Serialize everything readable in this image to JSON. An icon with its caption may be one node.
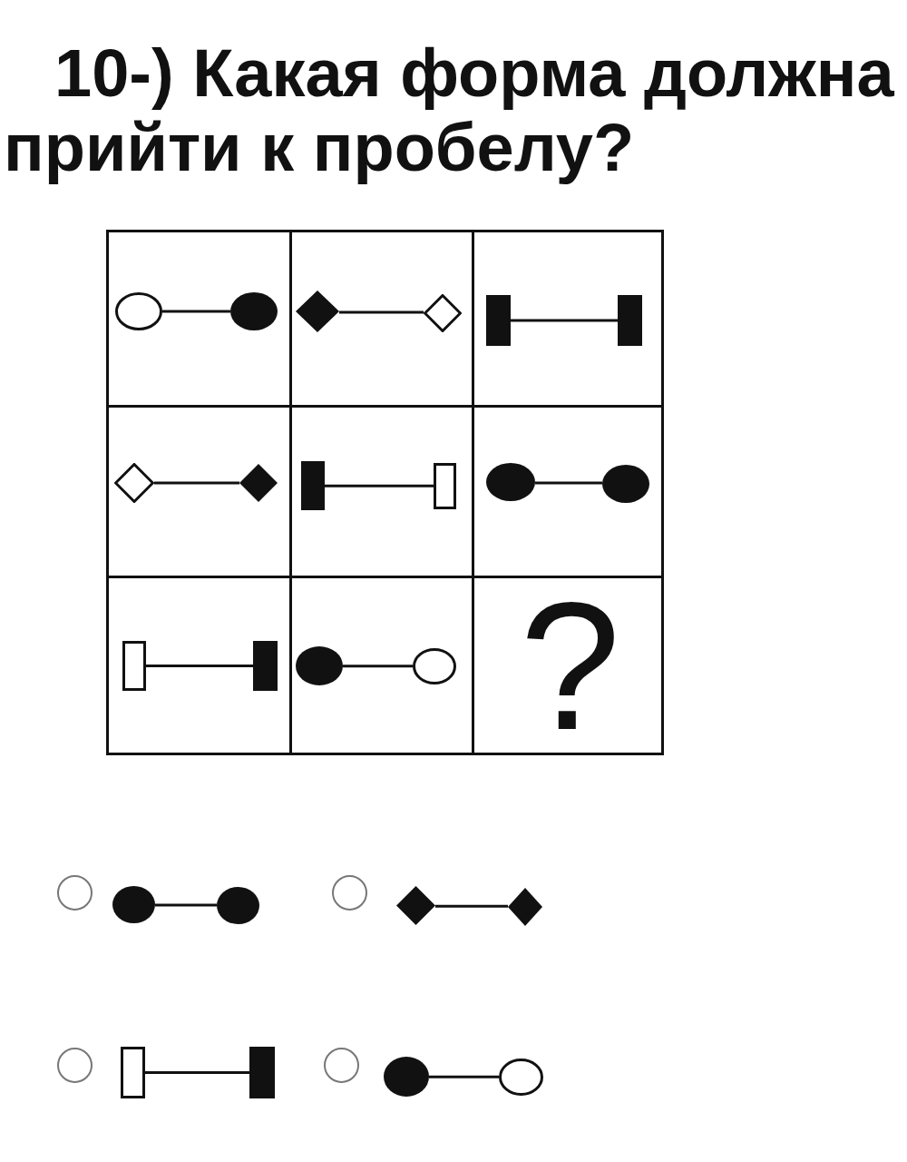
{
  "diagram": {
    "title": "10-) Какая форма должна прийти к пробелу?",
    "nodes": [
      {
        "text": [],
        "shape": "box"
      },
      {
        "text": [],
        "shape": "circle",
        "in": 0
      },
      {
        "text": [],
        "shape": "circle",
        "in": 0
      },
      {
        "text": [],
        "shape": "box"
      },
      {
        "text": [],
        "shape": "diamond",
        "in": 3
      },
      {
        "text": [],
        "shape": "diamond",
        "in": 3
      },
      {
        "text": [],
        "shape": "box"
      },
      {
        "text": [],
        "shape": "bar",
        "in": 6
      },
      {
        "text": [],
        "shape": "bar",
        "in": 6
      },
      {
        "text": [],
        "shape": "box"
      },
      {
        "text": [],
        "shape": "diamond",
        "in": 9
      },
      {
        "text": [],
        "shape": "diamond",
        "in": 9
      },
      {
        "text": [],
        "shape": "box"
      },
      {
        "text": [],
        "shape": "bar",
        "in": 12
      },
      {
        "text": [],
        "shape": "bar",
        "in": 12
      },
      {
        "text": [],
        "shape": "box"
      },
      {
        "text": [],
        "shape": "circle",
        "in": 15
      },
      {
        "text": [],
        "shape": "circle",
        "in": 15
      },
      {
        "text": [],
        "shape": "box"
      },
      {
        "text": [],
        "shape": "bar",
        "in": 18
      },
      {
        "text": [],
        "shape": "bar",
        "in": 18
      },
      {
        "text": [],
        "shape": "box"
      },
      {
        "text": [],
        "shape": "circle",
        "in": 21
      },
      {
        "text": [],
        "shape": "circle",
        "in": 21
      },
      {
        "text": [
          "?"
        ]
      },
      {
        "text": [],
        "shape": "circle"
      },
      {
        "text": [],
        "shape": "circle"
      },
      {
        "text": [],
        "shape": "diamond"
      },
      {
        "text": [],
        "shape": "diamond"
      },
      {
        "text": [],
        "shape": "bar"
      },
      {
        "text": [],
        "shape": "bar"
      },
      {
        "text": [],
        "shape": "circle"
      },
      {
        "text": [],
        "shape": "circle"
      }
    ],
    "edges": [
      {
        "from": 1,
        "to": 2,
        "arrow": "none"
      },
      {
        "from": 4,
        "to": 5,
        "arrow": "none"
      },
      {
        "from": 7,
        "to": 8,
        "arrow": "none"
      },
      {
        "from": 10,
        "to": 11,
        "arrow": "none"
      },
      {
        "from": 13,
        "to": 14,
        "arrow": "none"
      },
      {
        "from": 16,
        "to": 17,
        "arrow": "none"
      },
      {
        "from": 19,
        "to": 20,
        "arrow": "none"
      },
      {
        "from": 22,
        "to": 23,
        "arrow": "none"
      },
      {
        "from": 25,
        "to": 26,
        "arrow": "none"
      },
      {
        "from": 27,
        "to": 28,
        "arrow": "none"
      },
      {
        "from": 29,
        "to": 30,
        "arrow": "none"
      },
      {
        "from": 31,
        "to": 32,
        "arrow": "none"
      }
    ]
  }
}
